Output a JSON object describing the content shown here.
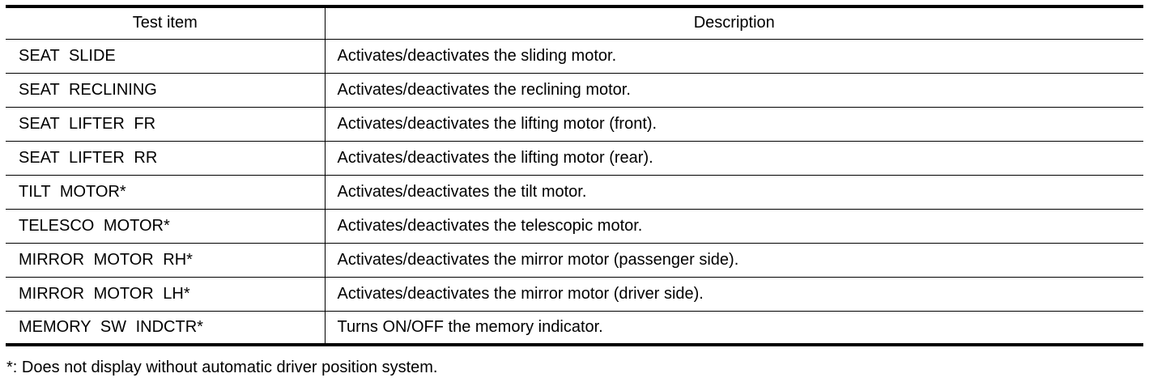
{
  "table": {
    "headers": {
      "test_item": "Test item",
      "description": "Description"
    },
    "rows": [
      {
        "item": "SEAT SLIDE",
        "description": "Activates/deactivates the sliding motor."
      },
      {
        "item": "SEAT RECLINING",
        "description": "Activates/deactivates the reclining motor."
      },
      {
        "item": "SEAT LIFTER FR",
        "description": "Activates/deactivates the lifting motor (front)."
      },
      {
        "item": "SEAT LIFTER RR",
        "description": "Activates/deactivates the lifting motor (rear)."
      },
      {
        "item": "TILT MOTOR*",
        "description": "Activates/deactivates the tilt motor."
      },
      {
        "item": "TELESCO MOTOR*",
        "description": "Activates/deactivates the telescopic motor."
      },
      {
        "item": "MIRROR MOTOR RH*",
        "description": "Activates/deactivates the mirror motor (passenger side)."
      },
      {
        "item": "MIRROR MOTOR LH*",
        "description": "Activates/deactivates the mirror motor (driver side)."
      },
      {
        "item": "MEMORY SW INDCTR*",
        "description": "Turns ON/OFF the memory indicator."
      }
    ]
  },
  "footnote": "*: Does not display without automatic driver position system."
}
